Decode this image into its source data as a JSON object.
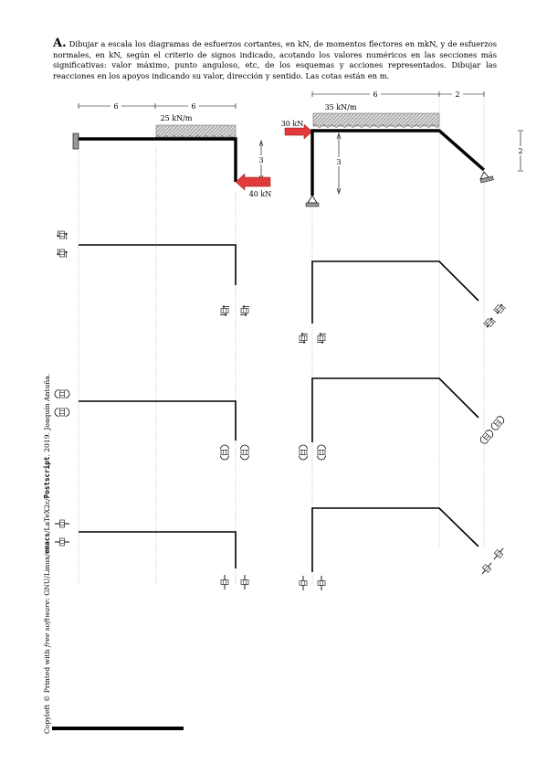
{
  "statement": {
    "label": "A.",
    "text": "Dibujar a escala los diagramas de esfuerzos cortantes, en  kN, de momentos flectores en  mkN, y de esfuerzos normales, en  kN, según el criterio de signos indicado, acotando los valores numéricos en las secciones más significativas: valor máximo, punto anguloso, etc, de los esquemas y acciones representados. Dibujar las reacciones en los apoyos indicando su valor, dirección y sentido. Las cotas están en  m."
  },
  "copyright": {
    "prefix": "Copyleft © Printed with ",
    "free_software": "free software",
    "middle": ": GNU/Linux/",
    "emacs": "emacs",
    "tools": "/LaTeX2ε/",
    "postscript": "Postscript",
    "suffix": ". 2019. Joaquín Antuña."
  },
  "left_structure": {
    "dim_left": "6",
    "dim_right": "6",
    "load": "25 kN/m",
    "dim_vertical": "3",
    "point_load": "40 kN"
  },
  "right_structure": {
    "dim_top_left": "6",
    "dim_top_right": "2",
    "load": "35 kN/m",
    "point_load": "30 kN",
    "dim_vertical_left": "3",
    "dim_vertical_right": "2"
  }
}
